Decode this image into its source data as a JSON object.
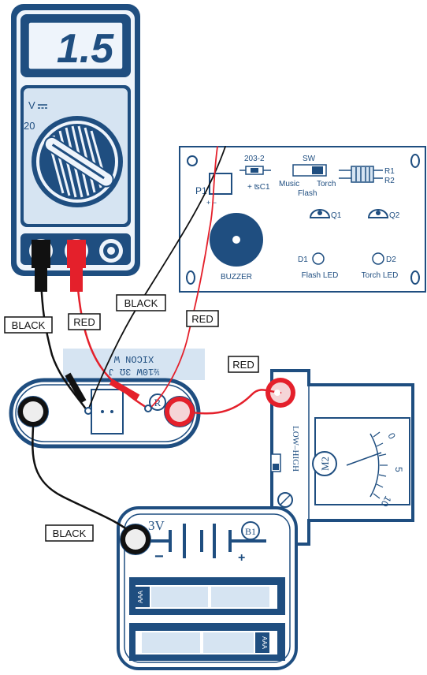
{
  "multimeter": {
    "display_value": "1.5",
    "mode_label": "V",
    "range_label": "20"
  },
  "pcb": {
    "p1": {
      "label": "P1",
      "polarity": "+ −"
    },
    "c1": {
      "part": "203-2",
      "label": "+ ʦC1"
    },
    "switch": {
      "title": "SW",
      "left": "Music",
      "right": "Torch",
      "bottom": "Flash"
    },
    "resistors": {
      "r1": "R1",
      "r2": "R2"
    },
    "q1": "Q1",
    "q2": "Q2",
    "buzzer": "BUZZER",
    "d1": {
      "name": "D1",
      "desc": "Flash LED"
    },
    "d2": {
      "name": "D2",
      "desc": "Torch LED"
    }
  },
  "wire_labels": {
    "black_1": "BLACK",
    "red_1": "RED",
    "black_2": "BLACK",
    "red_2": "RED",
    "red_3": "RED",
    "black_3": "BLACK"
  },
  "resistor_block": {
    "line1": "XICON  W",
    "line2": "½10W 3Ω J"
  },
  "resistor_module_badge": "R",
  "meter": {
    "name": "M2",
    "switch_label": "LOW–HIGH",
    "plus": "+",
    "scale": [
      "0",
      "5",
      "10"
    ]
  },
  "battery": {
    "voltage": "3V",
    "name": "B1",
    "minus": "−",
    "plus": "+",
    "cell_label": "AAA"
  },
  "colors": {
    "navy": "#1f4e80",
    "lightblue": "#d6e4f2",
    "red_wire": "#e4202b",
    "black_wire": "#111111"
  }
}
